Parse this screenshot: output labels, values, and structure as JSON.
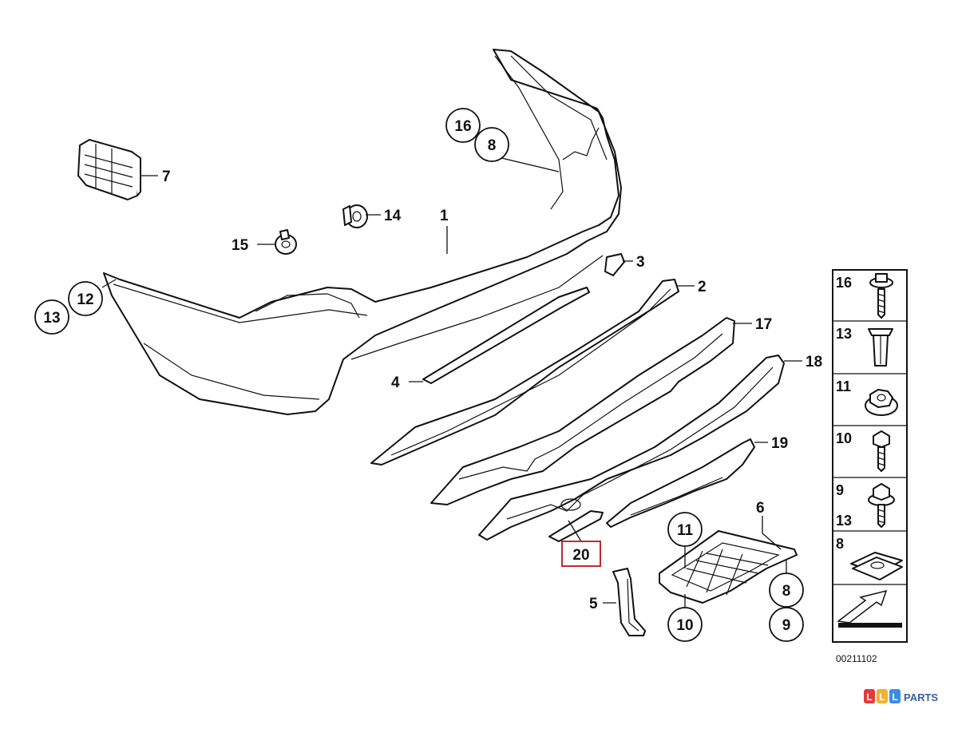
{
  "diagram": {
    "title": "Rear bumper trim parts",
    "drawing_number": "00211102",
    "highlighted_label": "20",
    "highlight_color": "#c0292f",
    "labels": {
      "p1": "1",
      "p2": "2",
      "p3": "3",
      "p4": "4",
      "p5": "5",
      "p6": "6",
      "p7": "7",
      "p8a": "8",
      "p8b": "8",
      "p9": "9",
      "p10": "10",
      "p11": "11",
      "p12": "12",
      "p13": "13",
      "p14": "14",
      "p15": "15",
      "p16": "16",
      "p17": "17",
      "p18": "18",
      "p19": "19",
      "p20": "20"
    },
    "fastener_panel": [
      {
        "labels": [
          "16"
        ],
        "icon": "screw-with-washer-icon"
      },
      {
        "labels": [
          "13"
        ],
        "icon": "expanding-clip-icon"
      },
      {
        "labels": [
          "11"
        ],
        "icon": "hex-nut-icon"
      },
      {
        "labels": [
          "10"
        ],
        "icon": "hex-screw-icon"
      },
      {
        "labels": [
          "9",
          "13"
        ],
        "icon": "hex-screw-washer-icon"
      },
      {
        "labels": [
          "8"
        ],
        "icon": "clip-nut-icon"
      },
      {
        "labels": [],
        "icon": "direction-arrow-icon"
      }
    ]
  },
  "brand": {
    "text": "PARTS",
    "mark_letters": [
      "L",
      "L",
      "L"
    ],
    "mark_colors": [
      "#e23b3b",
      "#f2b233",
      "#3b8de2"
    ]
  }
}
